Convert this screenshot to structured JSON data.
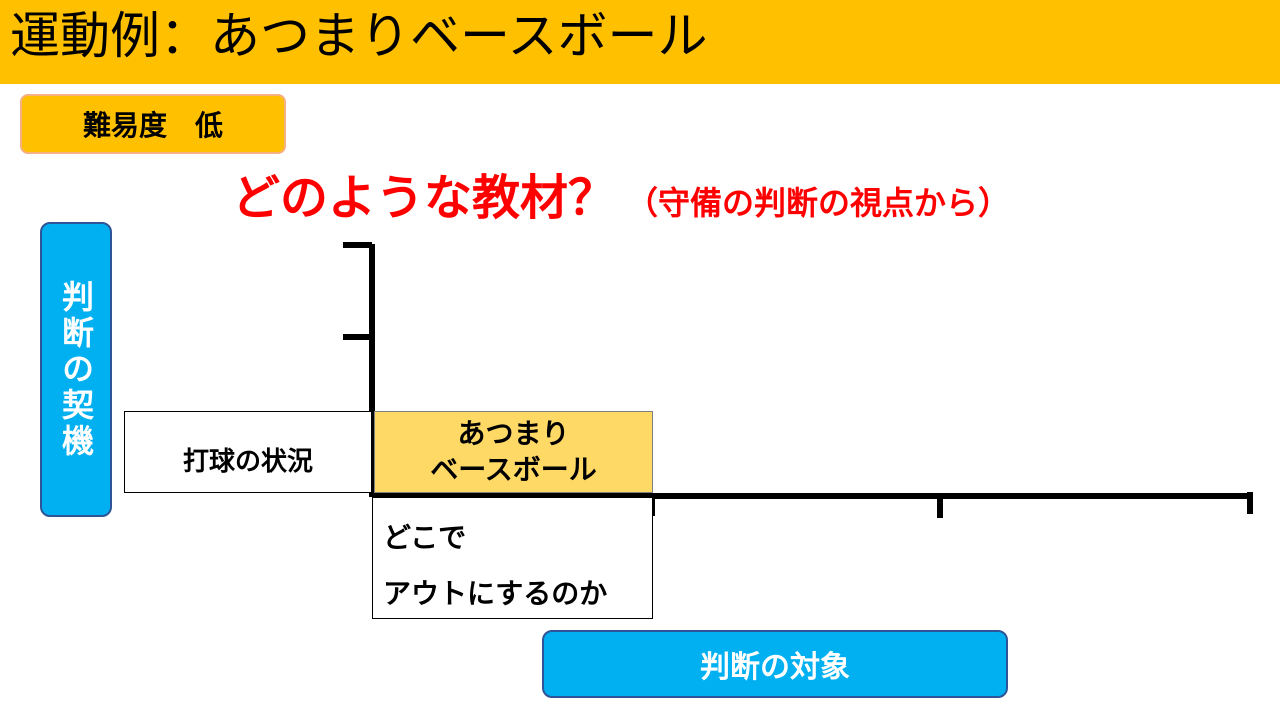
{
  "title": "運動例：あつまりベースボール",
  "difficulty": "難易度　低",
  "question": {
    "main": "どのような教材？",
    "sub": "（守備の判断の視点から）"
  },
  "trigger_label": "判断の契機",
  "object_label": "判断の対象",
  "grid": {
    "row_label": "打球の状況",
    "cell_line1": "あつまり",
    "cell_line2": "ベースボール",
    "column_label_line1": "どこで",
    "column_label_line2": "アウトにするのか"
  },
  "colors": {
    "title_bar": "#ffc000",
    "difficulty_bg": "#ffc000",
    "question_text": "#ff0000",
    "label_bg": "#00b0f0",
    "cell_bg": "#ffd966"
  }
}
